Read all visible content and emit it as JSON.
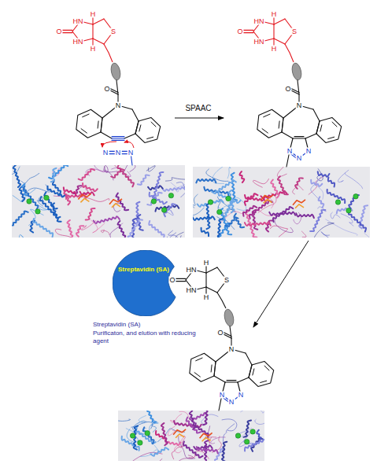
{
  "diagram": {
    "nodes": [
      {
        "text": [
          "Streptavidin (SA)"
        ]
      }
    ],
    "labels": [
      "O",
      "HN",
      "H",
      "S",
      "HN",
      "H",
      "O",
      "N",
      "N",
      "N",
      "N",
      "SPAAC",
      "O",
      "HN",
      "H",
      "S",
      "HN",
      "H",
      "O",
      "N",
      "N",
      "N",
      "N",
      "O",
      "HN",
      "H",
      "S",
      "HN",
      "H",
      "Streptavidin (SA)",
      "Purificaton, and elution with reducing agent",
      "O",
      "N",
      "N",
      "N",
      "N"
    ]
  }
}
